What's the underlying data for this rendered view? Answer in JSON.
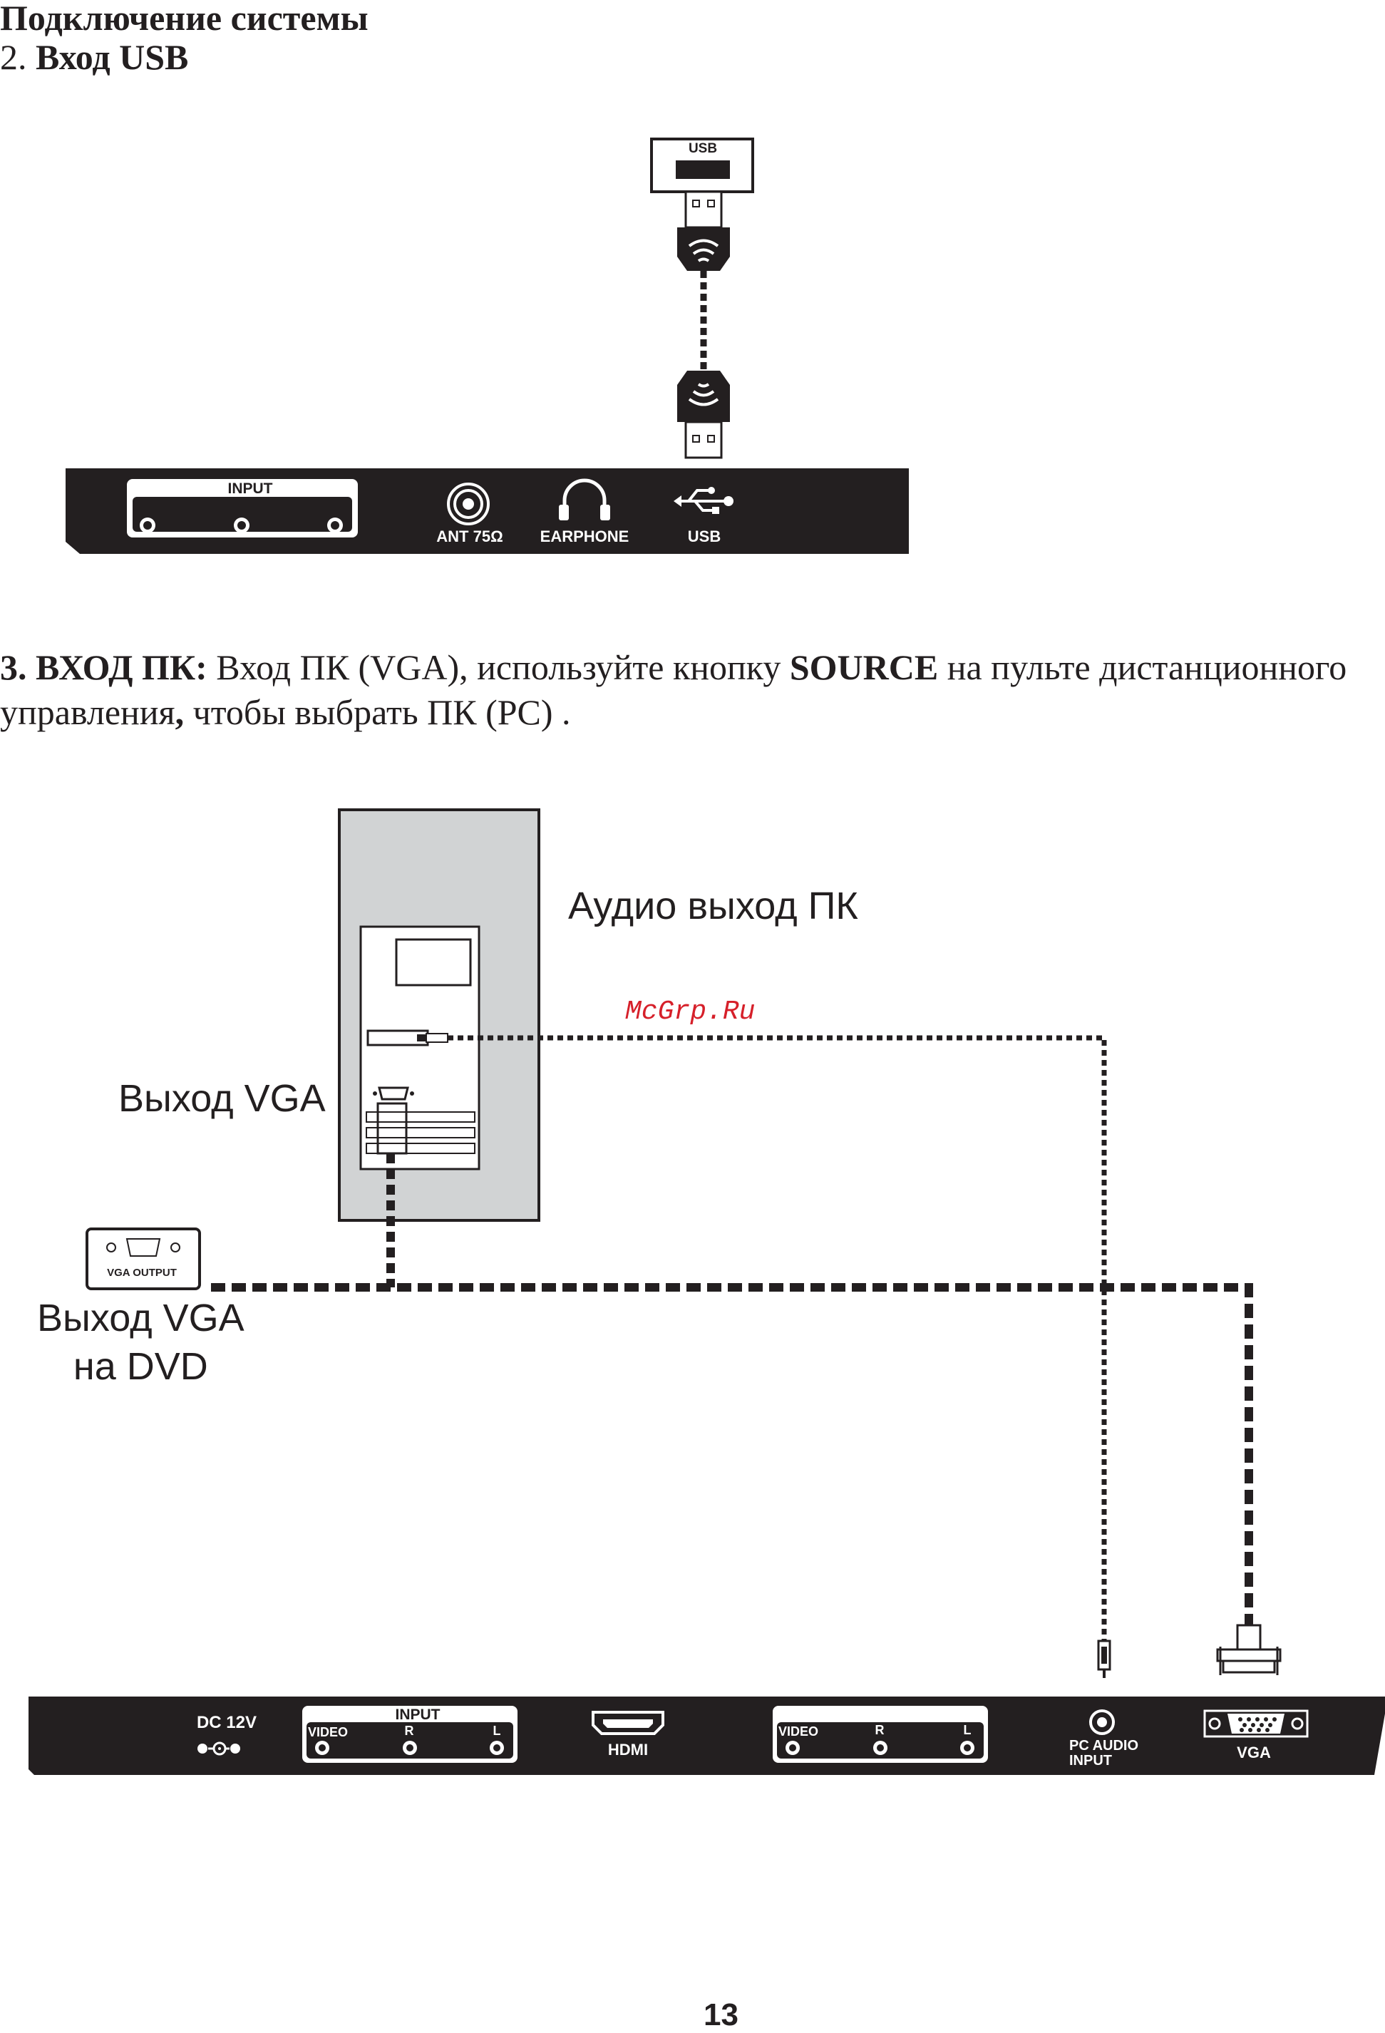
{
  "heading": "Подключение системы",
  "section_usb": {
    "number": "2.",
    "title": "Вход USB"
  },
  "usb_panel": {
    "usb_port_label": "USB",
    "input_label": "INPUT",
    "ant_label": "ANT 75Ω",
    "earphone_label": "EARPHONE",
    "usb_label": "USB"
  },
  "section_pc": {
    "lead": "3. ВХОД ПК:",
    "text1": " Вход ПК (VGA), используйте кнопку ",
    "source": "SOURCE",
    "text2": " на пульте дистанционного управления",
    "comma": ",",
    "text3": " чтобы выбрать ПК (PC) ."
  },
  "diagram_labels": {
    "audio_out": "Аудио выход ПК",
    "vga_out": "Выход VGA",
    "vga_dvd_line1": "Выход VGA",
    "vga_dvd_line2": "на DVD",
    "vga_output_port": "VGA OUTPUT",
    "watermark": "McGrp.Ru"
  },
  "bottom_panel": {
    "dc_label": "DC 12V",
    "input_label": "INPUT",
    "video_label": "VIDEO",
    "r_label": "R",
    "l_label": "L",
    "hdmi_label": "HDMI",
    "video2_label": "VIDEO",
    "r2_label": "R",
    "l2_label": "L",
    "pc_audio_line1": "PC AUDIO",
    "pc_audio_line2": "INPUT",
    "vga_label": "VGA"
  },
  "page_number": "13",
  "colors": {
    "ink": "#231f20",
    "pc_case": "#d1d3d4",
    "watermark": "#d6202a"
  }
}
